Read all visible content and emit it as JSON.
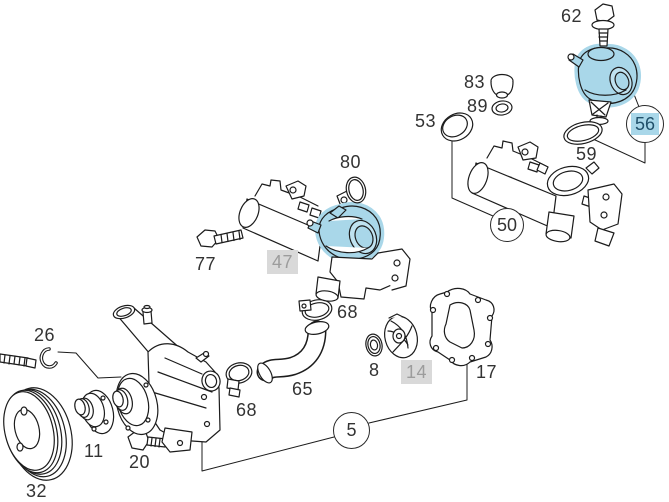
{
  "diagram": {
    "kind": "exploded-parts-diagram",
    "colors": {
      "highlight_blue": "#a9d7e9",
      "highlight_blue_text": "#20506a",
      "muted_gray_bg": "#d9d9d9",
      "muted_gray_text": "#9c9c9c",
      "line_art": "#1c1c1c",
      "label_text": "#333333"
    },
    "highlights": {
      "blue_label": "56",
      "gray_labels": [
        "47",
        "14"
      ],
      "blue_tinted_parts": [
        "thermostat-right",
        "thermostat-middle"
      ]
    },
    "callouts": {
      "c62": "62",
      "c83": "83",
      "c89": "89",
      "c53": "53",
      "c56": "56",
      "c59": "59",
      "c50": "50",
      "c80": "80",
      "c77": "77",
      "c47": "47",
      "c68_top": "68",
      "c65": "65",
      "c68_left": "68",
      "c8": "8",
      "c14": "14",
      "c17": "17",
      "c5": "5",
      "c26": "26",
      "c11": "11",
      "c20": "20",
      "c32": "32"
    }
  }
}
